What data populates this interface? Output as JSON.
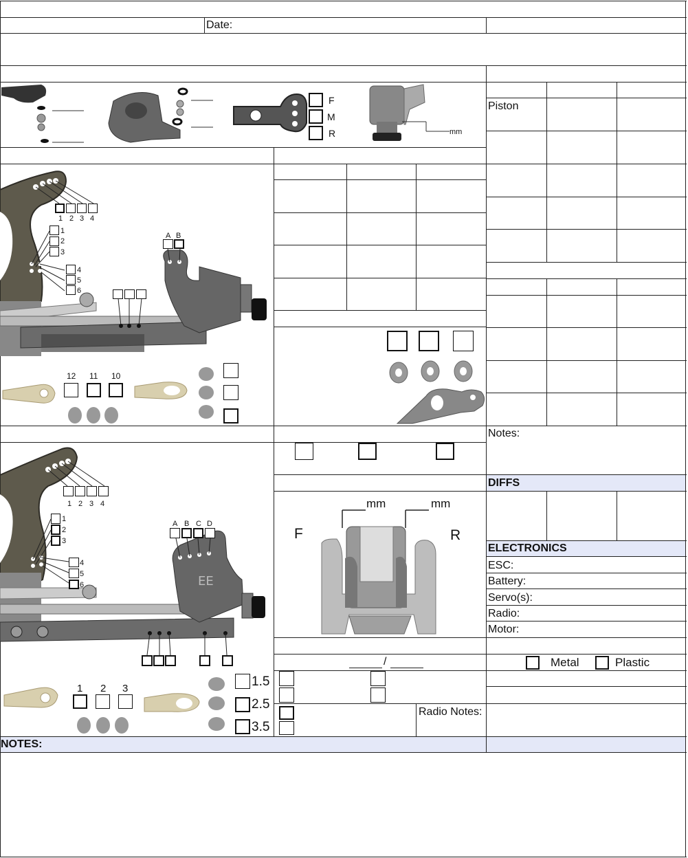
{
  "header": {
    "date_label": "Date:"
  },
  "shocks": {
    "piston_label": "Piston",
    "fmr": [
      "F",
      "M",
      "R"
    ],
    "mm_unit": "mm"
  },
  "front_tower": {
    "holes_top": [
      "1",
      "2",
      "3",
      "4"
    ],
    "holes_side_a": [
      "1",
      "2",
      "3"
    ],
    "holes_side_b": [
      "4",
      "5",
      "6"
    ],
    "ab": [
      "A",
      "B"
    ],
    "arm_positions": [
      "12",
      "11",
      "10"
    ]
  },
  "rear_tower": {
    "holes_top": [
      "1",
      "2",
      "3",
      "4"
    ],
    "holes_side_a": [
      "1",
      "2",
      "3"
    ],
    "holes_side_b": [
      "4",
      "5",
      "6"
    ],
    "abcd": [
      "A",
      "B",
      "C",
      "D"
    ],
    "arm_positions": [
      "1",
      "2",
      "3"
    ],
    "inserts": [
      "1.5",
      "2.5",
      "3.5"
    ]
  },
  "notes_right": {
    "label": "Notes:"
  },
  "diffs": {
    "title": "DIFFS"
  },
  "hub": {
    "left_mm": "mm",
    "right_mm": "mm",
    "front": "F",
    "rear": "R"
  },
  "electronics": {
    "title": "ELECTRONICS",
    "rows": [
      "ESC:",
      "Battery:",
      "Servo(s):",
      "Radio:",
      "Motor:"
    ]
  },
  "material": {
    "slash": "/",
    "metal": "Metal",
    "plastic": "Plastic"
  },
  "radio_notes": {
    "label": "Radio Notes:"
  },
  "notes": {
    "title": "NOTES:"
  }
}
